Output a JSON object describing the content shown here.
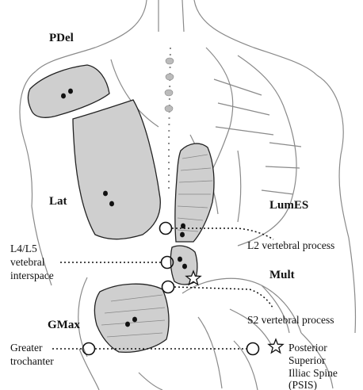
{
  "muscles": {
    "pdel": "PDel",
    "lat": "Lat",
    "lumes": "LumES",
    "mult": "Mult",
    "gmax": "GMax"
  },
  "landmarks": {
    "l4l5": [
      "L4/L5",
      "vetebral",
      "interspace"
    ],
    "l2": "L2 vertebral process",
    "s2": "S2 vertebral process",
    "greater_trochanter": [
      "Greater",
      "trochanter"
    ],
    "psis": [
      "Posterior",
      "Superior",
      "Illiac Spine",
      "(PSIS)"
    ]
  },
  "colors": {
    "muscle_fill": "#cfcfcf",
    "outline": "#111111",
    "sketch": "#8a8a8a"
  }
}
